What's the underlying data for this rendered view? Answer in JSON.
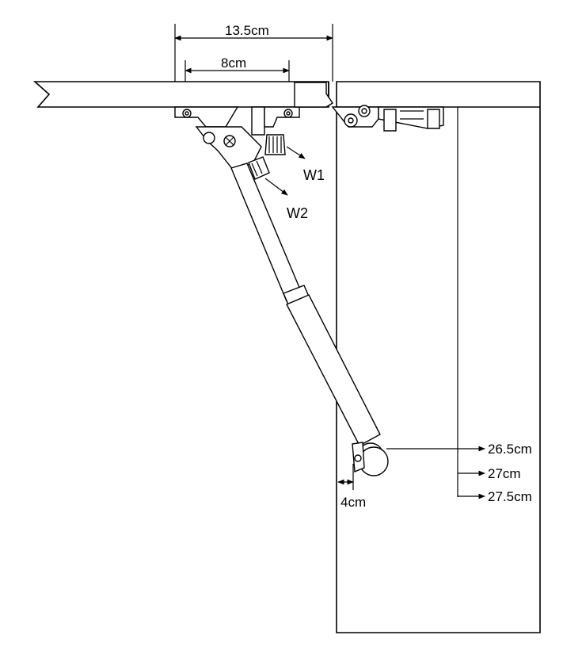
{
  "dimensions": {
    "overall_width": "13.5cm",
    "mount_width": "8cm",
    "door_gap": "4cm",
    "heights": [
      "26.5cm",
      "27cm",
      "27.5cm"
    ]
  },
  "labels": {
    "w1": "W1",
    "w2": "W2"
  },
  "colors": {
    "line": "#000000",
    "background": "#ffffff"
  }
}
